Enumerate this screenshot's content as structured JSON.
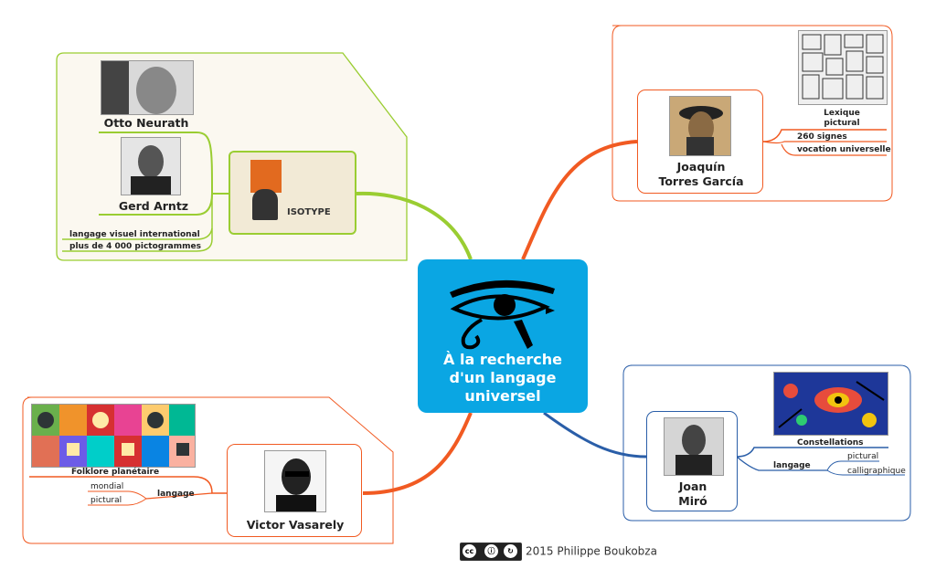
{
  "central": {
    "title": "À la recherche\nd'un langage\nuniversel",
    "icon": "eye-of-horus-icon"
  },
  "branches": {
    "isotype": {
      "persons": [
        "Otto Neurath",
        "Gerd Arntz"
      ],
      "image_label": "ISOTYPE",
      "facts": [
        "langage visuel international",
        "plus de 4 000 pictogrammes"
      ]
    },
    "torres": {
      "name": "Joaquín\nTorres García",
      "lexique": "Lexique\npictural",
      "facts": [
        "260 signes",
        "vocation universelle"
      ]
    },
    "vasarely": {
      "name": "Victor Vasarely",
      "folklore": "Folklore planétaire",
      "langage": "langage",
      "sub": [
        "mondial",
        "pictural"
      ]
    },
    "miro": {
      "name": "Joan\nMiró",
      "constellations": "Constellations",
      "langage": "langage",
      "sub": [
        "pictural",
        "calligraphique"
      ]
    }
  },
  "credit": {
    "text": "2015 Philippe Boukobza",
    "license": "CC BY SA"
  },
  "colors": {
    "central": "#0aa6e3",
    "green": "#9acd32",
    "orange": "#f15a22",
    "blue": "#2a5ea8"
  }
}
